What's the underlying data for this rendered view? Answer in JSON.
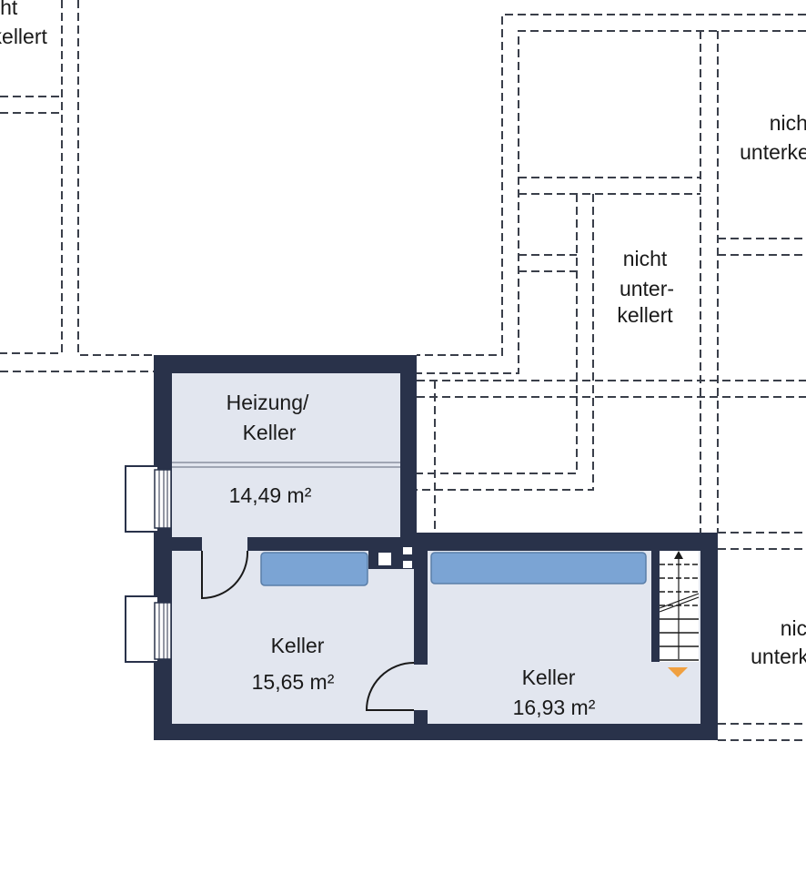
{
  "plan": {
    "rooms": [
      {
        "name_line1": "Heizung/",
        "name_line2": "Keller",
        "area": "14,49 m²"
      },
      {
        "name": "Keller",
        "area": "15,65 m²"
      },
      {
        "name": "Keller",
        "area": "16,93 m²"
      }
    ],
    "outside_labels": {
      "top_left": {
        "line1": "nicht",
        "line2": "unterkellert"
      },
      "top_right": {
        "line1": "nicht",
        "line2": "unterkellert"
      },
      "middle": {
        "line1": "nicht",
        "line2": "unter-",
        "line3": "kellert"
      },
      "bottom_right": {
        "line1": "nicht",
        "line2": "unterkellert"
      }
    },
    "colors": {
      "wall": "#29324a",
      "floor": "#e2e6ef",
      "counter": "#7ba4d4",
      "stair_arrow": "#f0a040"
    }
  }
}
